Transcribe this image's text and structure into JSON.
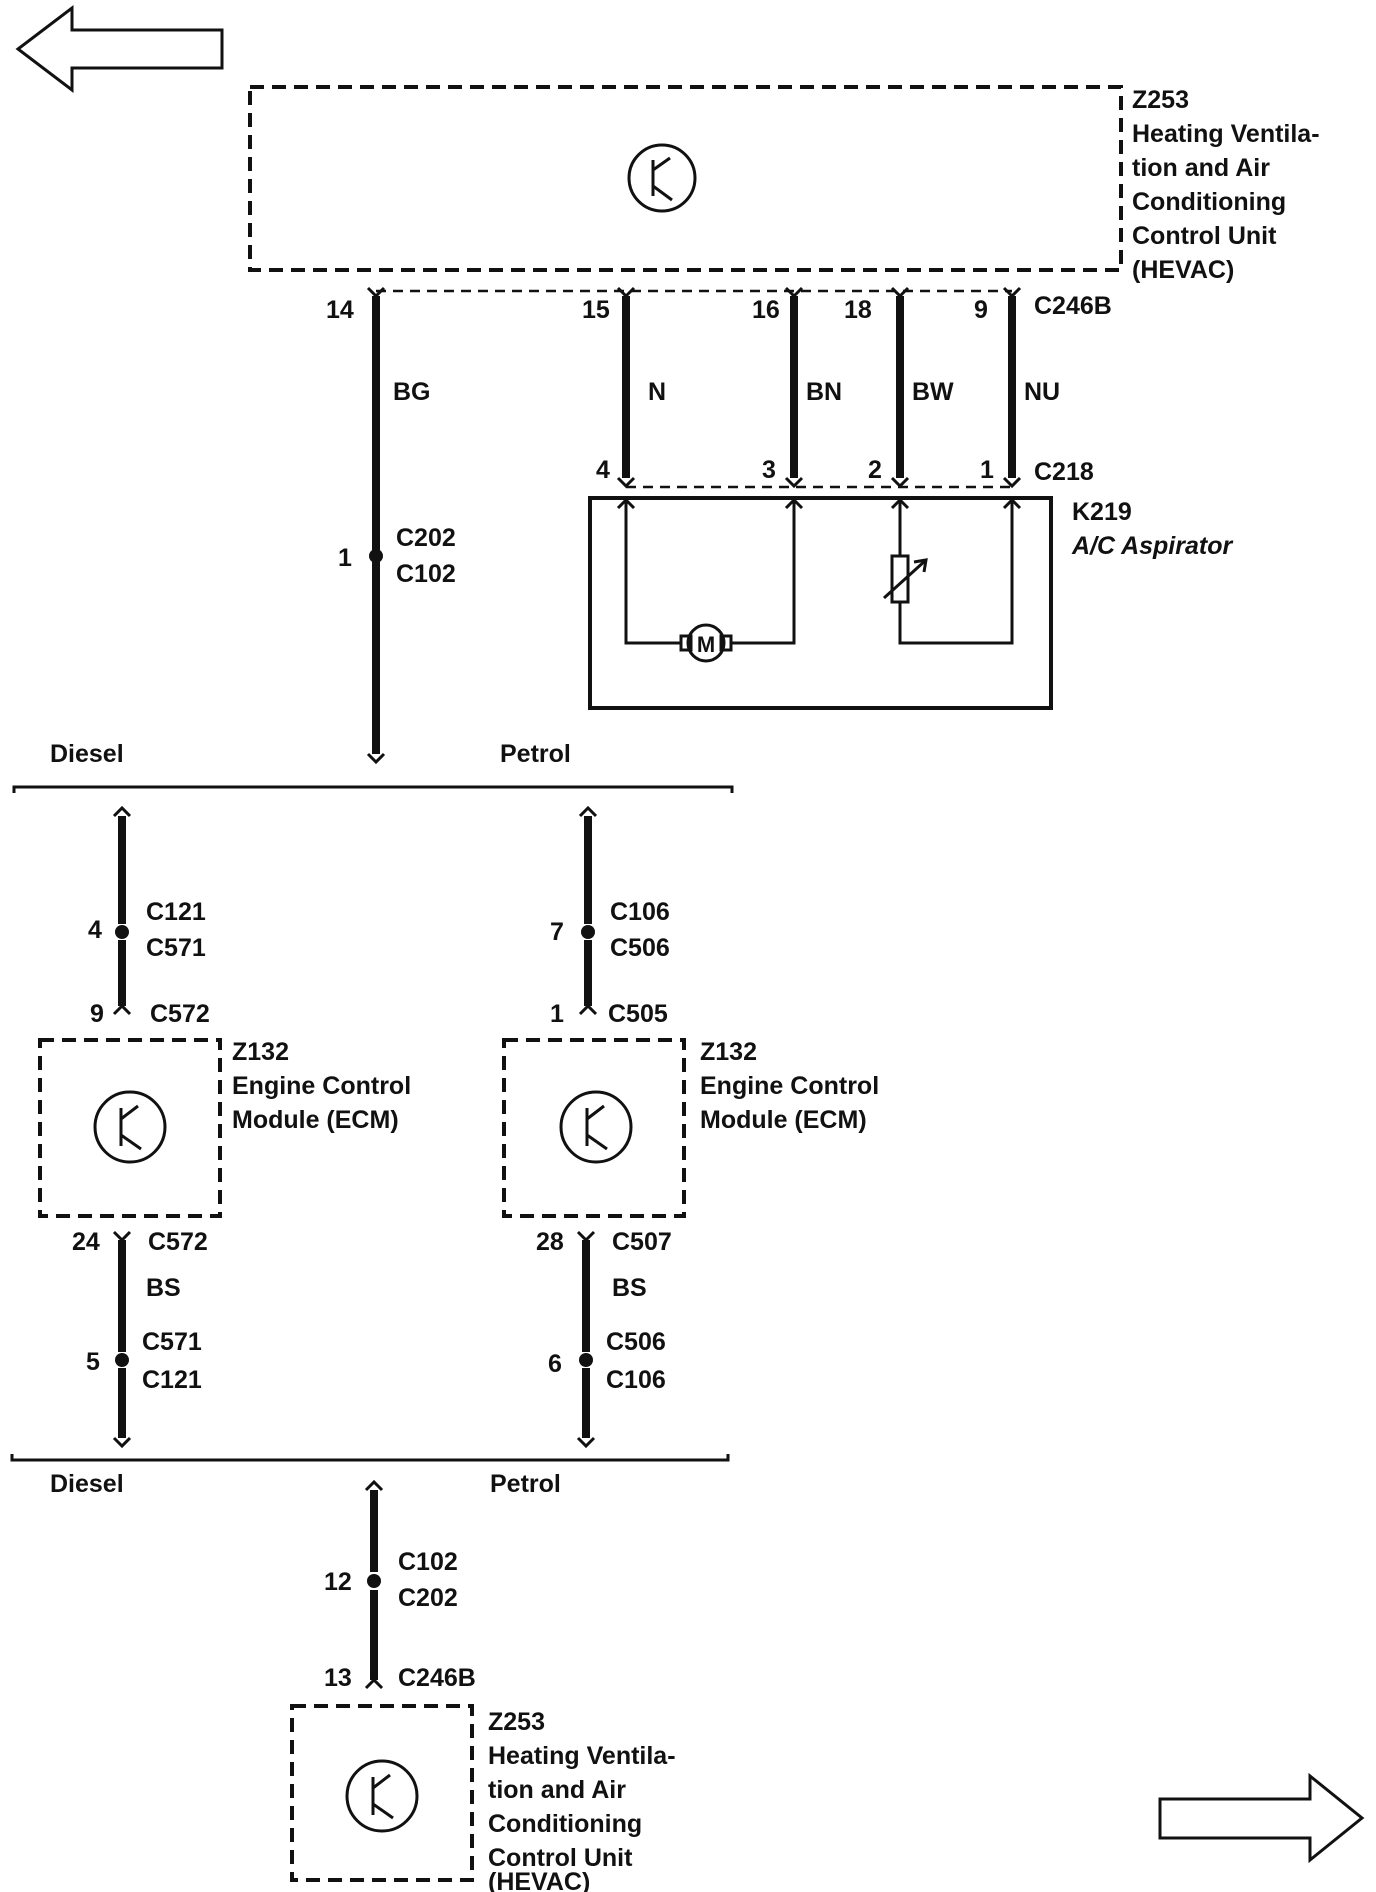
{
  "hevac_top": {
    "id": "Z253",
    "name_lines": [
      "Heating Ventila-",
      "tion and Air",
      "Conditioning",
      "Control Unit",
      "(HEVAC)"
    ],
    "connector": "C246B",
    "pins": [
      "14",
      "15",
      "16",
      "18",
      "9"
    ]
  },
  "aspirator": {
    "id": "K219",
    "name": "A/C Aspirator",
    "connector": "C218",
    "pins": [
      "4",
      "3",
      "2",
      "1"
    ],
    "motor_label": "M"
  },
  "wires_top": [
    "BG",
    "N",
    "BN",
    "BW",
    "NU"
  ],
  "inline_top": {
    "pin": "1",
    "conn_a": "C202",
    "conn_b": "C102"
  },
  "split_top": {
    "left": "Diesel",
    "right": "Petrol"
  },
  "diesel": {
    "inline_pin": "4",
    "inline_a": "C121",
    "inline_b": "C571",
    "ecm_pin_in": "9",
    "ecm_conn_in": "C572",
    "ecm_pin_out": "24",
    "ecm_conn_out": "C572",
    "wire_out": "BS",
    "inline2_pin": "5",
    "inline2_a": "C571",
    "inline2_b": "C121"
  },
  "petrol": {
    "inline_pin": "7",
    "inline_a": "C106",
    "inline_b": "C506",
    "ecm_pin_in": "1",
    "ecm_conn_in": "C505",
    "ecm_pin_out": "28",
    "ecm_conn_out": "C507",
    "wire_out": "BS",
    "inline2_pin": "6",
    "inline2_a": "C506",
    "inline2_b": "C106"
  },
  "ecm": {
    "id": "Z132",
    "name_lines": [
      "Engine Control",
      "Module (ECM)"
    ]
  },
  "split_bottom": {
    "left": "Diesel",
    "right": "Petrol"
  },
  "inline_bottom": {
    "pin": "12",
    "conn_a": "C102",
    "conn_b": "C202"
  },
  "hevac_bottom": {
    "id": "Z253",
    "name_lines": [
      "Heating Ventila-",
      "tion and Air",
      "Conditioning",
      "Control Unit",
      "(HEVAC)"
    ],
    "pin": "13",
    "connector": "C246B"
  },
  "nav": {
    "prev": "arrow-left-icon",
    "next": "arrow-right-icon"
  }
}
